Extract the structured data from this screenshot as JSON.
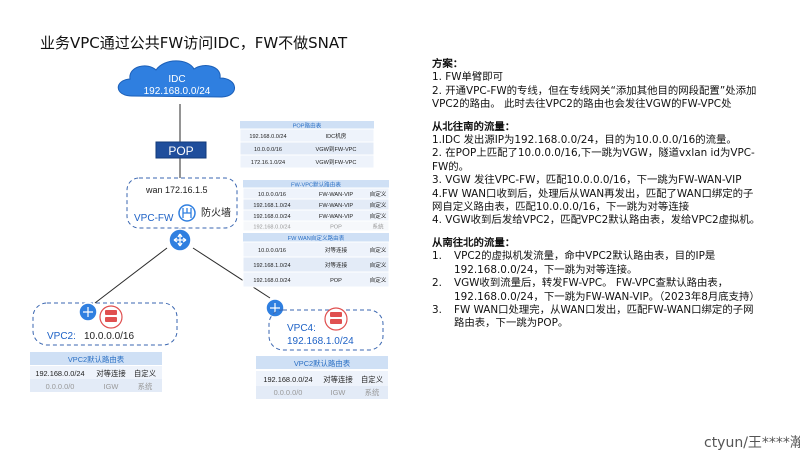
{
  "title": "业务VPC通过公共FW访问IDC，FW不做SNAT",
  "watermark": "ctyun/王****瀚",
  "colors": {
    "pop_box": "#1f4e9c",
    "table_header": "#cfe0f5",
    "table_row": "#eef3fb",
    "node": "#2f7fe0",
    "vpc_red": "#e05050"
  },
  "idc": {
    "label": "IDC",
    "cidr": "192.168.0.0/24"
  },
  "pop": {
    "label": "POP"
  },
  "pop_table": {
    "header": "POP路由表",
    "rows": [
      [
        "192.168.0.0/24",
        "IDC机房"
      ],
      [
        "10.0.0.0/16",
        "VGW到FW-VPC"
      ],
      [
        "172.16.1.0/24",
        "VGW到FW-VPC"
      ]
    ]
  },
  "fw_vpc": {
    "wan": "wan  172.16.1.5",
    "name": "VPC-FW",
    "firewall": "防火墙"
  },
  "fw_default_table": {
    "header": "FW-VPC默认路由表",
    "rows": [
      [
        "10.0.0.0/16",
        "FW-WAN-VIP",
        "自定义"
      ],
      [
        "192.168.1.0/24",
        "FW-WAN-VIP",
        "自定义"
      ],
      [
        "192.168.0.0/24",
        "FW-WAN-VIP",
        "自定义"
      ],
      [
        "192.168.0.0/24",
        "POP",
        "系统"
      ]
    ]
  },
  "fw_wan_table": {
    "header": "FW WAN自定义路由表",
    "rows": [
      [
        "10.0.0.0/16",
        "对等连接",
        "自定义"
      ],
      [
        "192.168.1.0/24",
        "对等连接",
        "自定义"
      ],
      [
        "192.168.0.0/24",
        "POP",
        "自定义"
      ]
    ]
  },
  "vpc2": {
    "label": "VPC2:",
    "cidr": "10.0.0.0/16",
    "table_header": "VPC2默认路由表",
    "rows": [
      [
        "192.168.0.0/24",
        "对等连接",
        "自定义"
      ],
      [
        "0.0.0.0/0",
        "IGW",
        "系统"
      ]
    ]
  },
  "vpc4": {
    "label": "VPC4:",
    "cidr": "192.168.1.0/24",
    "table_header": "VPC2默认路由表",
    "rows": [
      [
        "192.168.0.0/24",
        "对等连接",
        "自定义"
      ],
      [
        "0.0.0.0/0",
        "IGW",
        "系统"
      ]
    ]
  },
  "plan": {
    "heading": "方案：",
    "lines": [
      "1. FW单臂即可",
      "2. 开通VPC-FW的专线，但在专线网关“添加其他目的网段配置”处添加VPC2的路由。 此时去往VPC2的路由也会发往VGW的FW-VPC处"
    ]
  },
  "north_south": {
    "heading": "从北往南的流量：",
    "lines": [
      "1.IDC 发出源IP为192.168.0.0/24，目的为10.0.0.0/16的流量。",
      "2. 在POP上匹配了10.0.0.0/16,下一跳为VGW，隧道vxlan id为VPC-FW的。",
      "3. VGW 发往VPC-FW，匹配10.0.0.0/16，下一跳为FW-WAN-VIP",
      "4.FW WAN口收到后，处理后从WAN再发出，匹配了WAN口绑定的子网自定义路由表，匹配10.0.0.0/16，下一跳为对等连接",
      "4. VGW收到后发给VPC2，匹配VPC2默认路由表，发给VPC2虚拟机。"
    ]
  },
  "south_north": {
    "heading": "从南往北的流量：",
    "items": [
      {
        "num": "1.",
        "text": "VPC2的虚拟机发流量，命中VPC2默认路由表，目的IP是192.168.0.0/24，下一跳为对等连接。"
      },
      {
        "num": "2.",
        "text": "VGW收到流量后，转发FW-VPC。 FW-VPC查默认路由表，192.168.0.0/24，下一跳为FW-WAN-VIP。（2023年8月底支持）"
      },
      {
        "num": "3.",
        "text": "FW WAN口处理完，从WAN口发出，匹配FW-WAN口绑定的子网路由表，下一跳为POP。"
      }
    ]
  }
}
